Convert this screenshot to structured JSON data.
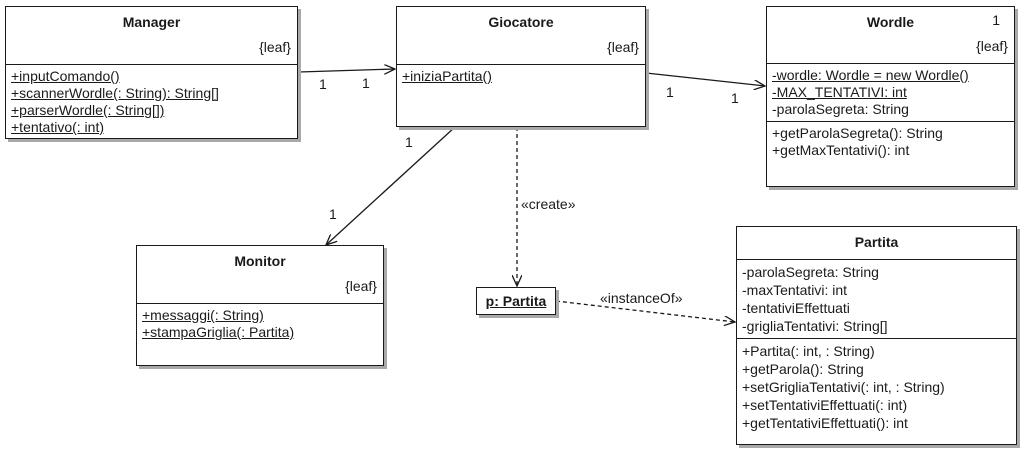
{
  "classes": {
    "manager": {
      "name": "Manager",
      "stereotype": "{leaf}",
      "operations": [
        "+inputComando()",
        "+scannerWordle(: String): String[]",
        "+parserWordle(: String[])",
        "+tentativo(: int)"
      ]
    },
    "giocatore": {
      "name": "Giocatore",
      "stereotype": "{leaf}",
      "operations": [
        "+iniziaPartita()"
      ]
    },
    "wordle": {
      "name": "Wordle",
      "multiplicity": "1",
      "stereotype": "{leaf}",
      "attributes": [
        "-wordle: Wordle = new Wordle()",
        "-MAX_TENTATIVI: int",
        "-parolaSegreta: String"
      ],
      "operations": [
        "+getParolaSegreta(): String",
        "+getMaxTentativi(): int"
      ]
    },
    "monitor": {
      "name": "Monitor",
      "stereotype": "{leaf}",
      "operations": [
        "+messaggi(: String)",
        "+stampaGriglia(: Partita)"
      ]
    },
    "partita": {
      "name": "Partita",
      "attributes": [
        "-parolaSegreta: String",
        "-maxTentativi: int",
        "-tentativiEffettuati",
        "-grigliaTentativi: String[]"
      ],
      "operations": [
        "+Partita(: int, : String)",
        "+getParola(): String",
        "+setGrigliaTentativi(: int, : String)",
        "+setTentativiEffettuati(: int)",
        "+getTentativiEffettuati(): int"
      ]
    }
  },
  "instance": {
    "label": "p: Partita"
  },
  "associations": {
    "manager_giocatore": {
      "source_mult": "1",
      "target_mult": "1"
    },
    "giocatore_wordle": {
      "source_mult": "1",
      "target_mult": "1"
    },
    "giocatore_monitor": {
      "source_mult": "1",
      "target_mult": "1"
    }
  },
  "dependencies": {
    "create": "«create»",
    "instance_of": "«instanceOf»"
  }
}
